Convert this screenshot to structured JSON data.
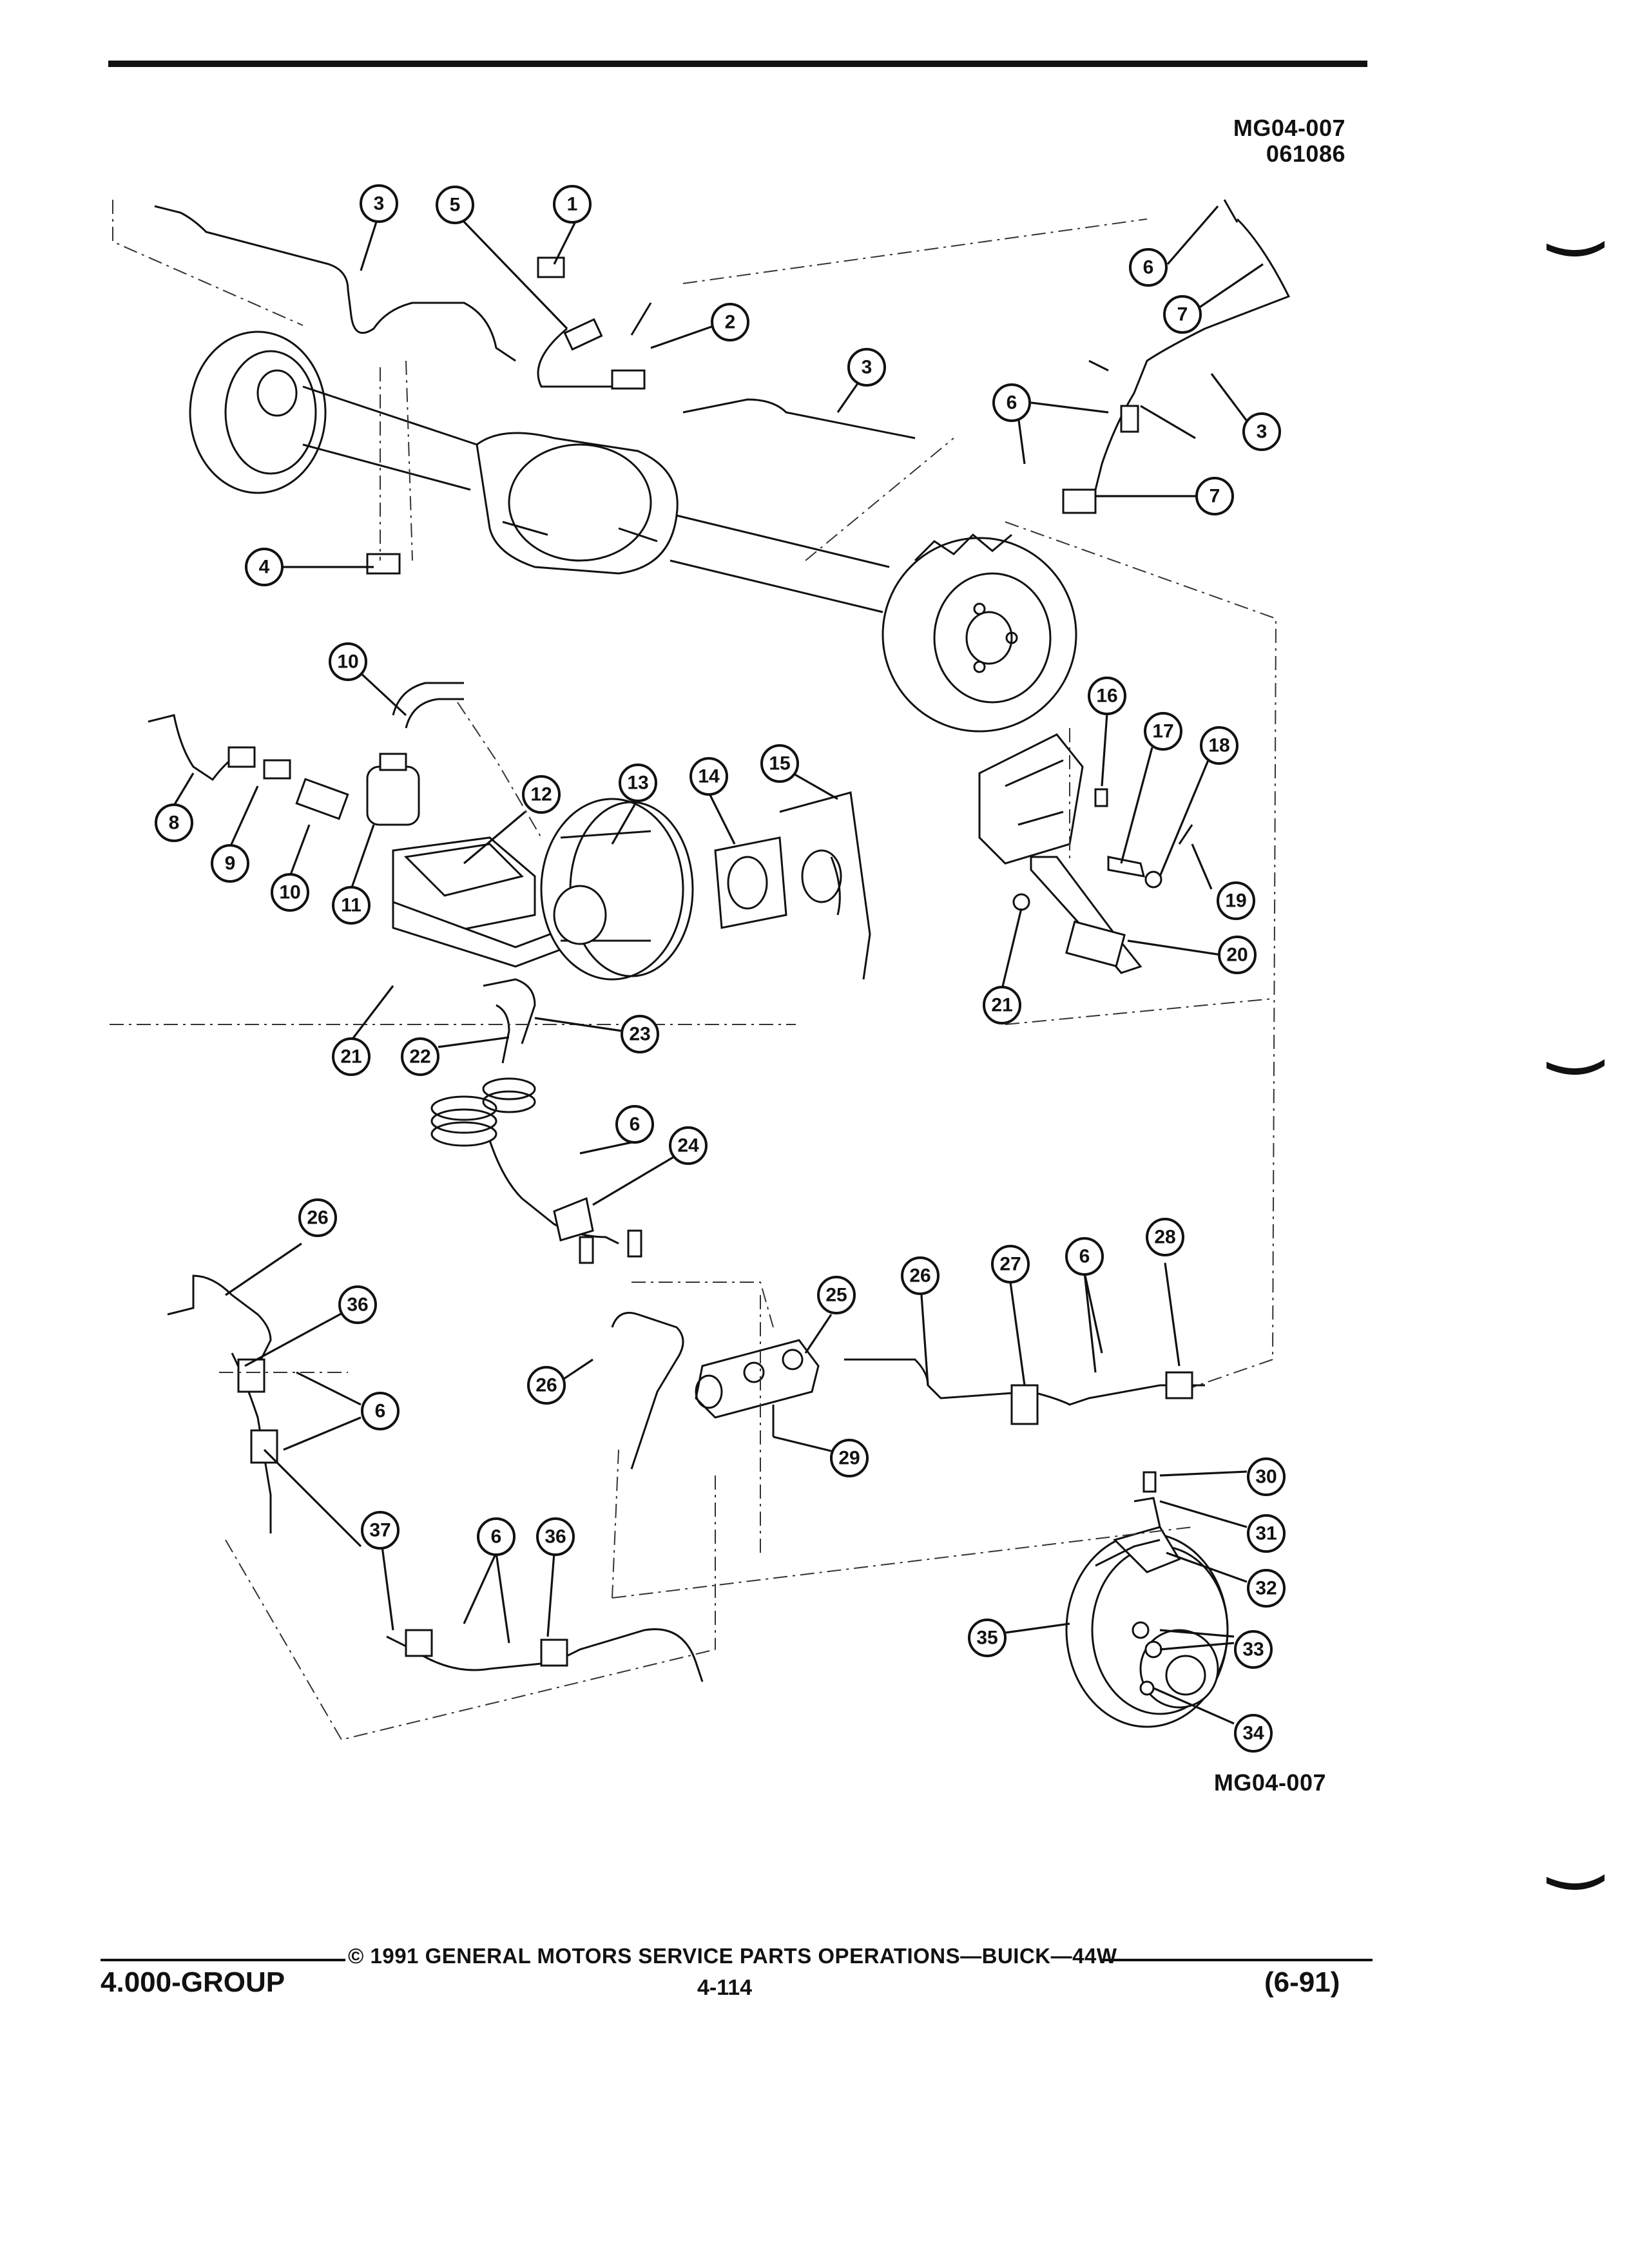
{
  "header": {
    "code": "MG04-007",
    "number": "061086"
  },
  "figure_code_bottom": "MG04-007",
  "callouts": [
    "1",
    "2",
    "3",
    "4",
    "5",
    "6",
    "7",
    "8",
    "9",
    "10",
    "11",
    "12",
    "13",
    "14",
    "15",
    "16",
    "17",
    "18",
    "19",
    "20",
    "21",
    "22",
    "23",
    "24",
    "25",
    "26",
    "27",
    "28",
    "29",
    "30",
    "31",
    "32",
    "33",
    "34",
    "35",
    "36",
    "37"
  ],
  "footer": {
    "copyright": "© 1991 GENERAL MOTORS SERVICE PARTS OPERATIONS—BUICK—44W",
    "group": "4.000-GROUP",
    "page": "4-114",
    "revision": "(6-91)"
  }
}
